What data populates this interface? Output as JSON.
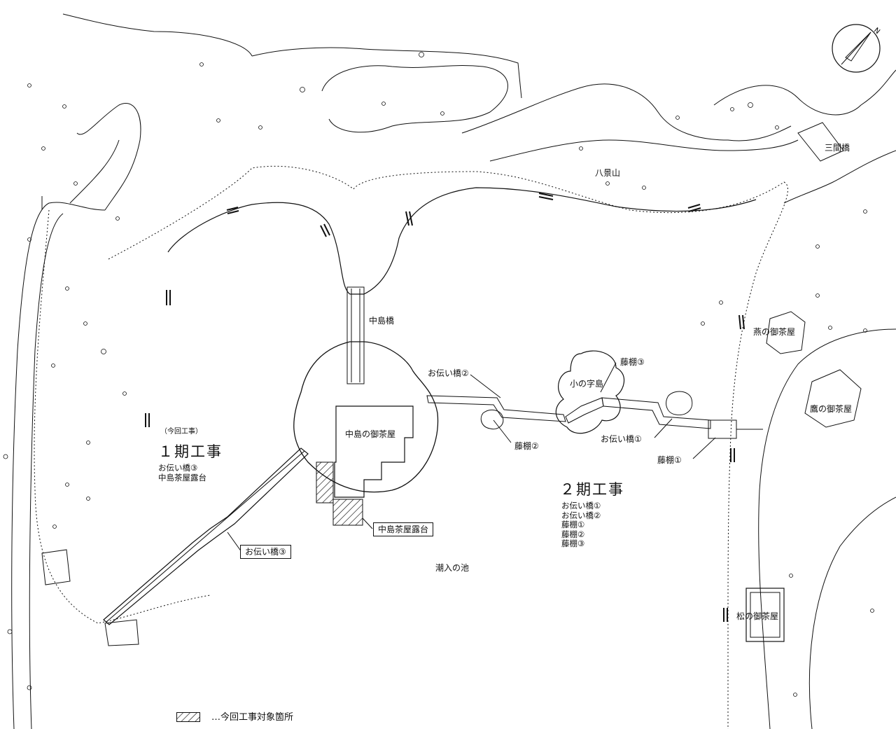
{
  "labels": {
    "bridge_nakajima": "中島橋",
    "nakajima_teahouse": "中島の御茶屋",
    "otetsudai_bridge_2": "お伝い橋②",
    "fuji_trellis_3": "藤棚③",
    "konoha_island": "小の字島",
    "fuji_trellis_2": "藤棚②",
    "otetsudai_bridge_1": "お伝い橋①",
    "fuji_trellis_1": "藤棚①",
    "hakkeiyama": "八景山",
    "sangenbashi": "三間橋",
    "tsubame_teahouse": "燕の御茶屋",
    "taka_teahouse": "鷹の御茶屋",
    "matsu_teahouse": "松の御茶屋",
    "shioiri_pond": "潮入の池"
  },
  "phase1": {
    "note": "（今回工事）",
    "title": "１期工事",
    "items": [
      "お伝い橋③",
      "中島茶屋露台"
    ]
  },
  "phase2": {
    "title": "２期工事",
    "items": [
      "お伝い橋①",
      "お伝い橋②",
      "藤棚①",
      "藤棚②",
      "藤棚③"
    ]
  },
  "callouts": {
    "nakajima_terrace": "中島茶屋露台",
    "otetsudai_bridge_3": "お伝い橋③"
  },
  "compass": {
    "north_label": "N"
  },
  "legend": {
    "text": "…今回工事対象箇所"
  },
  "colors": {
    "line": "#111111",
    "background": "#ffffff"
  }
}
